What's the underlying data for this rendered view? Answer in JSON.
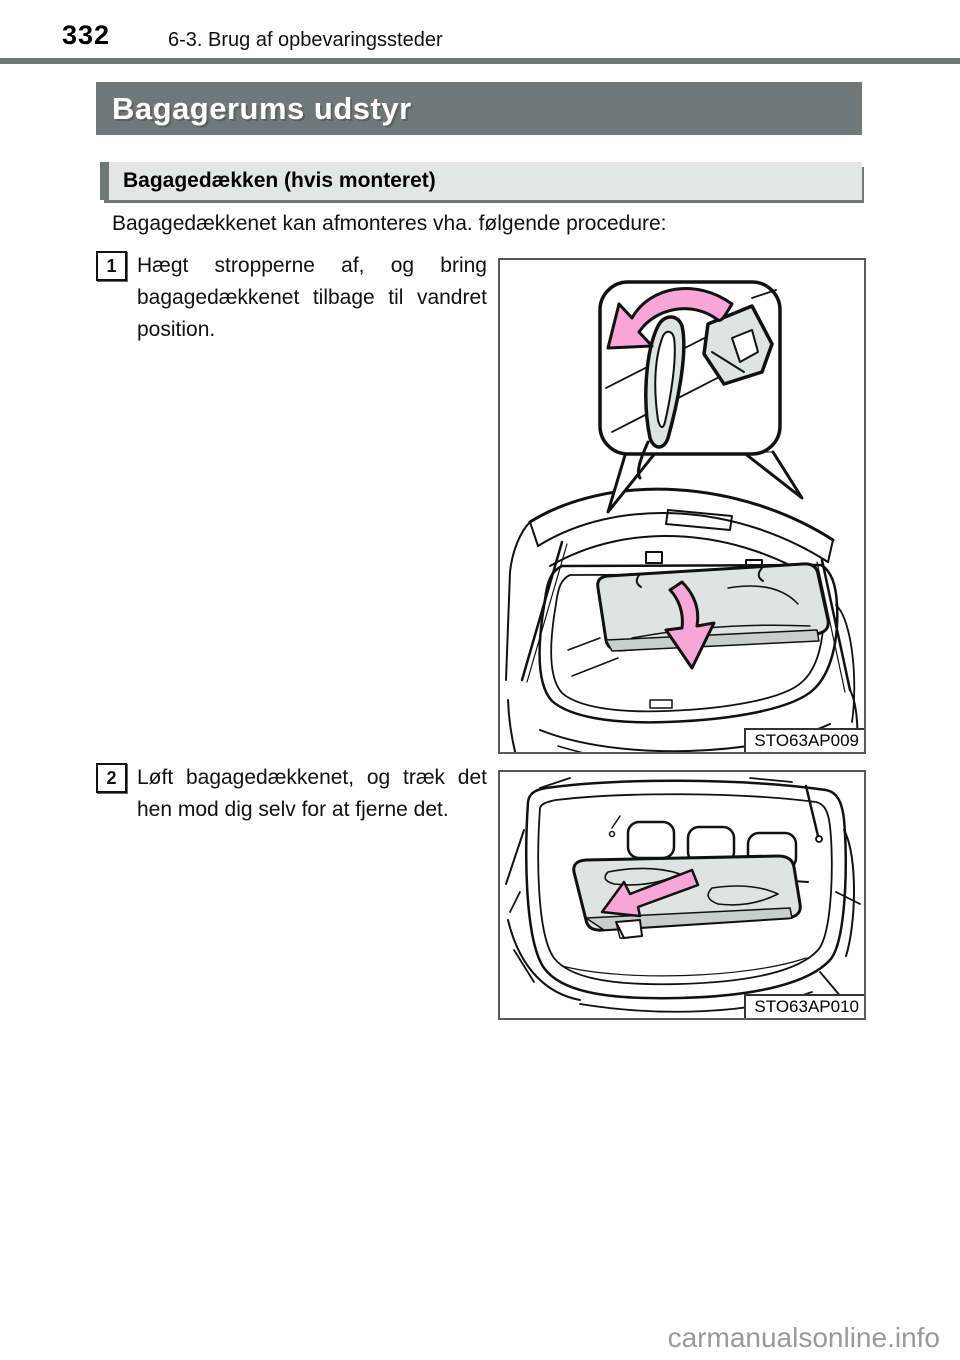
{
  "page": {
    "number": "332",
    "header": "6-3. Brug af opbevaringssteder"
  },
  "banner": {
    "title": "Bagagerums udstyr"
  },
  "section": {
    "heading": "Bagagedækken (hvis monteret)",
    "intro": "Bagagedækkenet kan afmonteres vha. følgende procedure:"
  },
  "steps": [
    {
      "num": "1",
      "text": "Hægt stropperne af, og bring bagagedækkenet tilbage til vandret position."
    },
    {
      "num": "2",
      "text": "Løft bagagedækkenet, og træk det hen mod dig selv for at fjerne det."
    }
  ],
  "figures": [
    {
      "caption": "STO63AP009",
      "icon": "tailgate-strap-unhook-illustration"
    },
    {
      "caption": "STO63AP010",
      "icon": "luggage-cover-remove-illustration"
    }
  ],
  "watermark": {
    "text": "carmanualsonline.info"
  },
  "colors": {
    "banner_bg": "#6f7a78",
    "heading_bg": "#e3e6e4",
    "arrow_pink": "#f7a6d7",
    "panel_gray": "#dfe3e1",
    "panel_gray_dark": "#c9cecc",
    "line": "#111111",
    "watermark_gray": "#9a9a9a"
  }
}
